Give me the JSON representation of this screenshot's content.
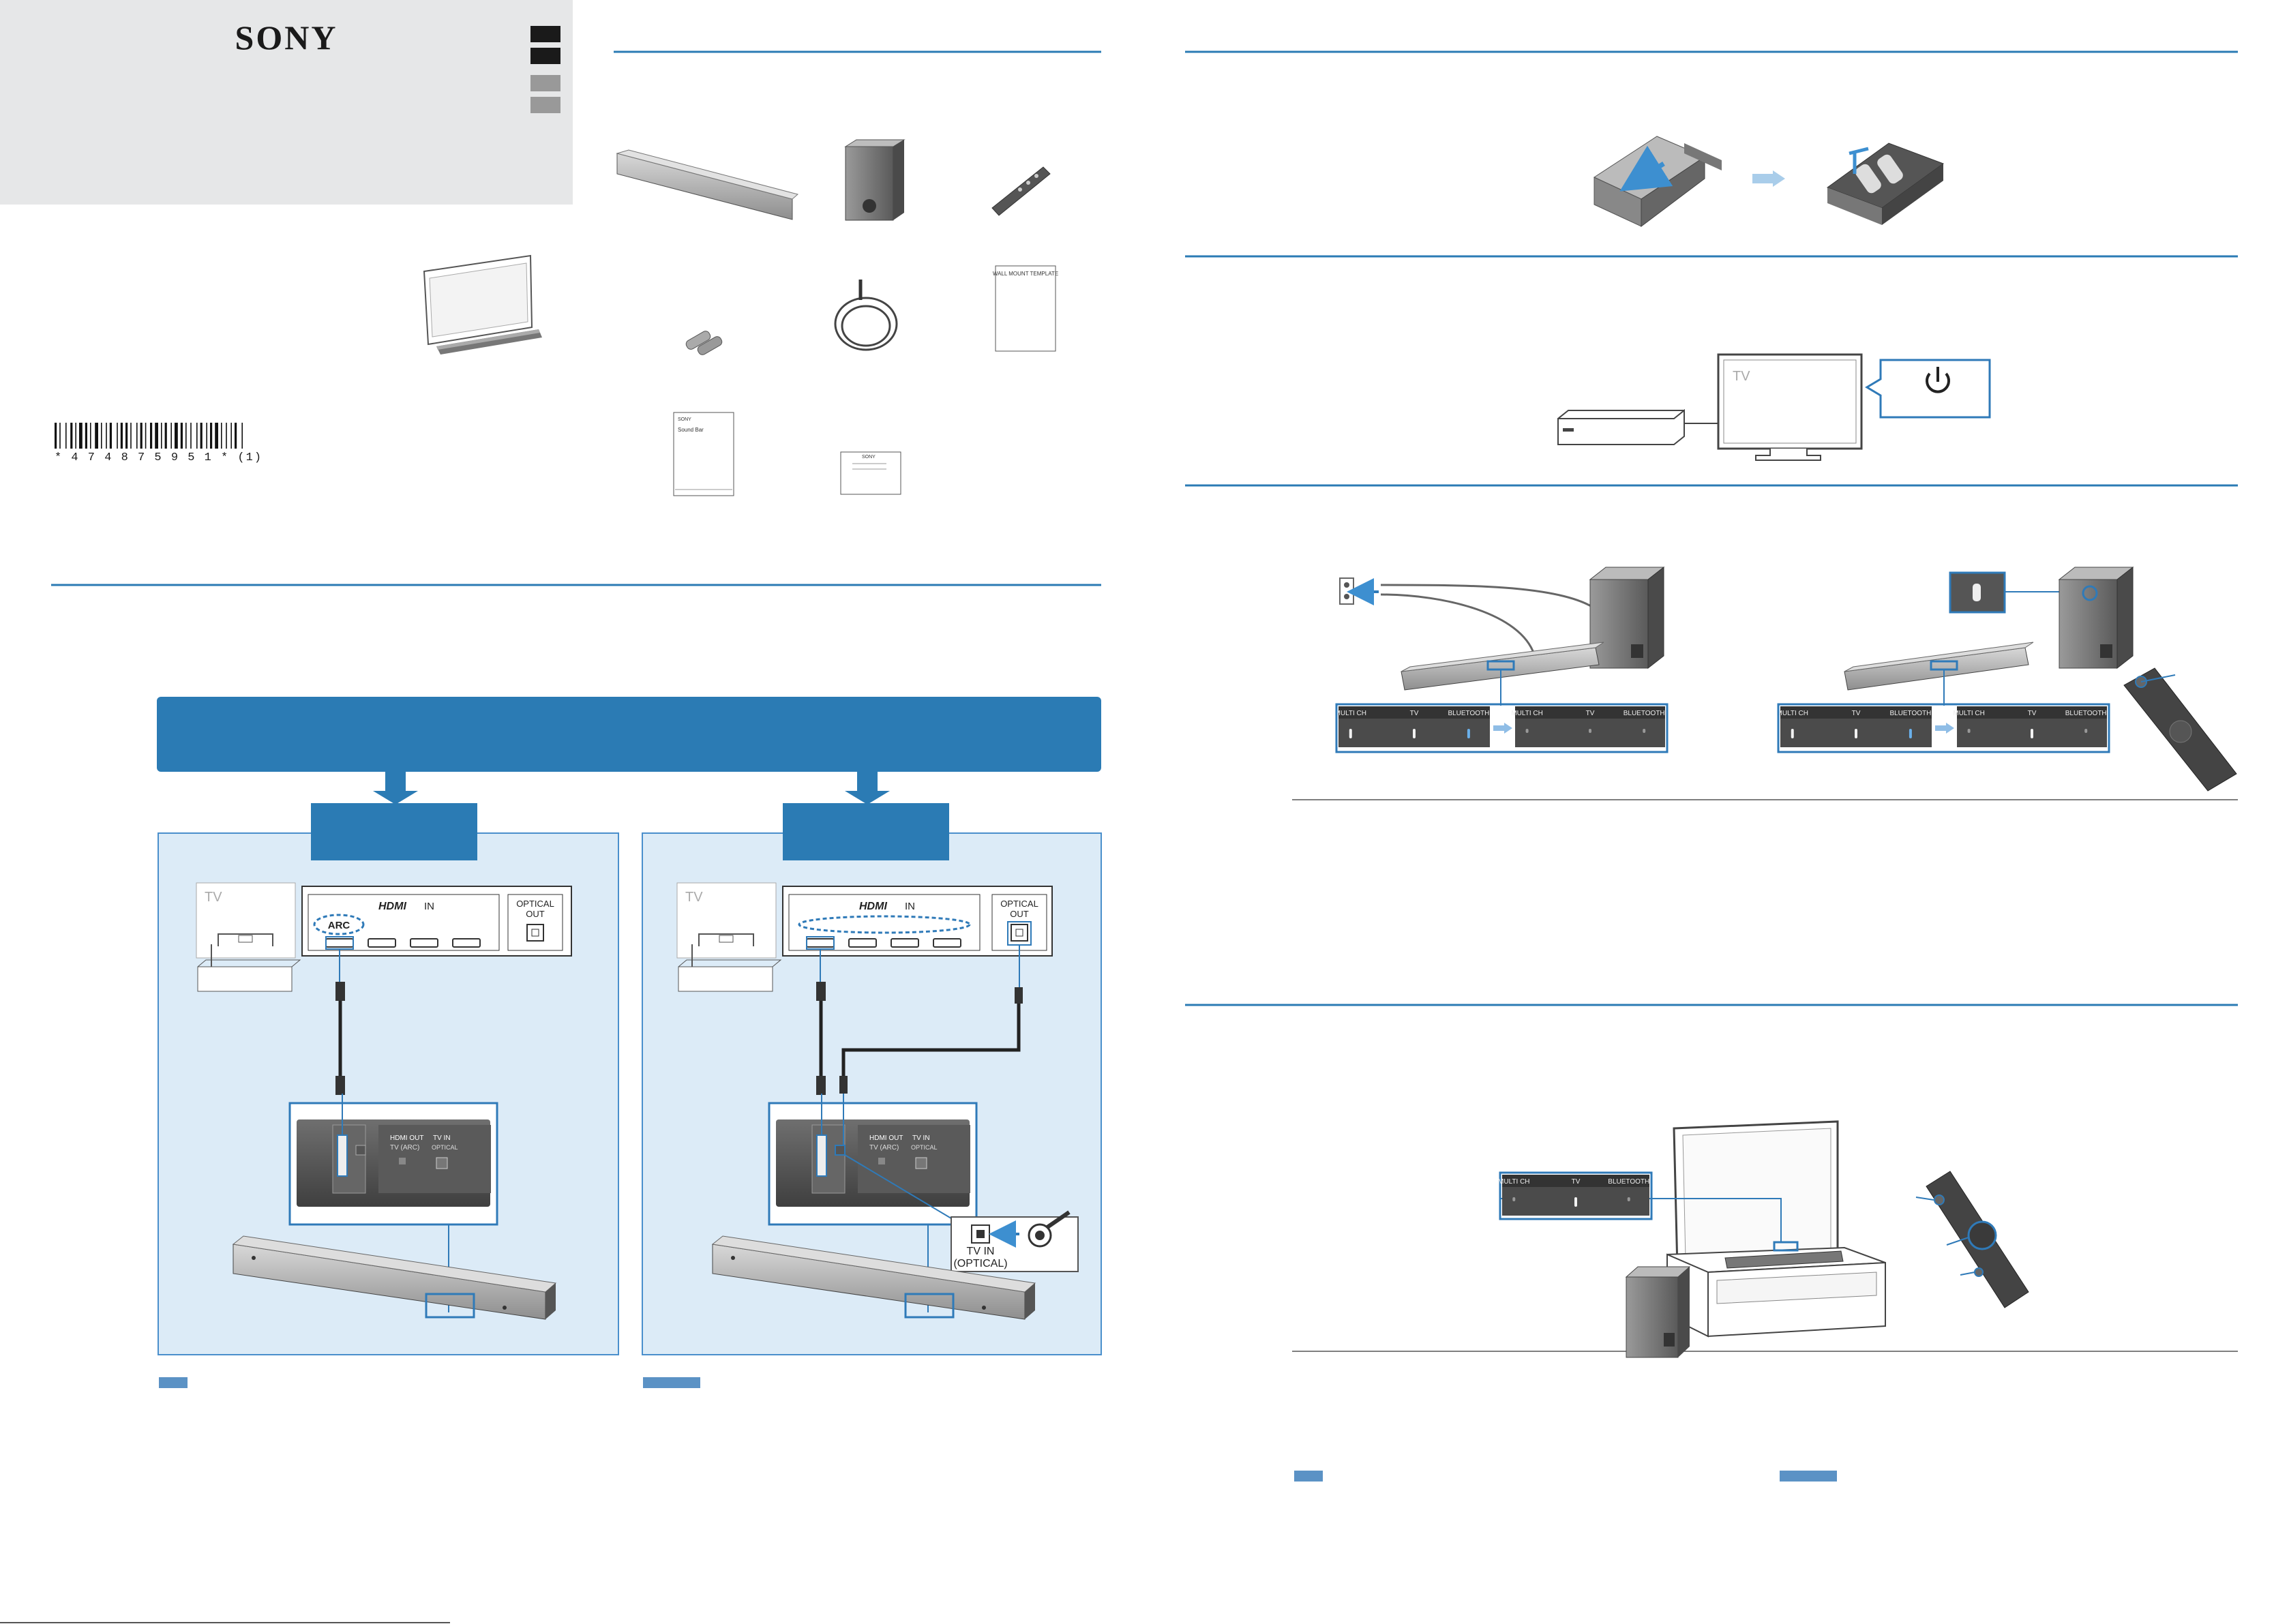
{
  "header": {
    "brand": "SONY",
    "barcode_text": "* 4 7 4 8 7 5 9 5 1 * (1)"
  },
  "labels": {
    "tv": "TV",
    "hdmi_in": "IN",
    "hdmi_brand": "HDMI",
    "arc": "ARC",
    "optical_out_line1": "OPTICAL",
    "optical_out_line2": "OUT",
    "hdmi_out": "HDMI OUT",
    "tv_arc": "TV (ARC)",
    "tv_in": "TV IN",
    "optical": "OPTICAL",
    "tv_in_optical_line1": "TV IN",
    "tv_in_optical_line2": "(OPTICAL)",
    "wall_mount_template": "WALL MOUNT TEMPLATE",
    "booklet_sony": "SONY",
    "booklet_title": "Sound Bar",
    "card_sony": "SONY"
  },
  "indicators": {
    "labels": [
      "MULTI CH",
      "TV",
      "BLUETOOTH"
    ]
  },
  "colors": {
    "accent_blue": "#2b7bb4",
    "panel_bg": "#dcebf7",
    "line_blue": "#2f7ab8",
    "gray_header": "#e6e7e8"
  }
}
